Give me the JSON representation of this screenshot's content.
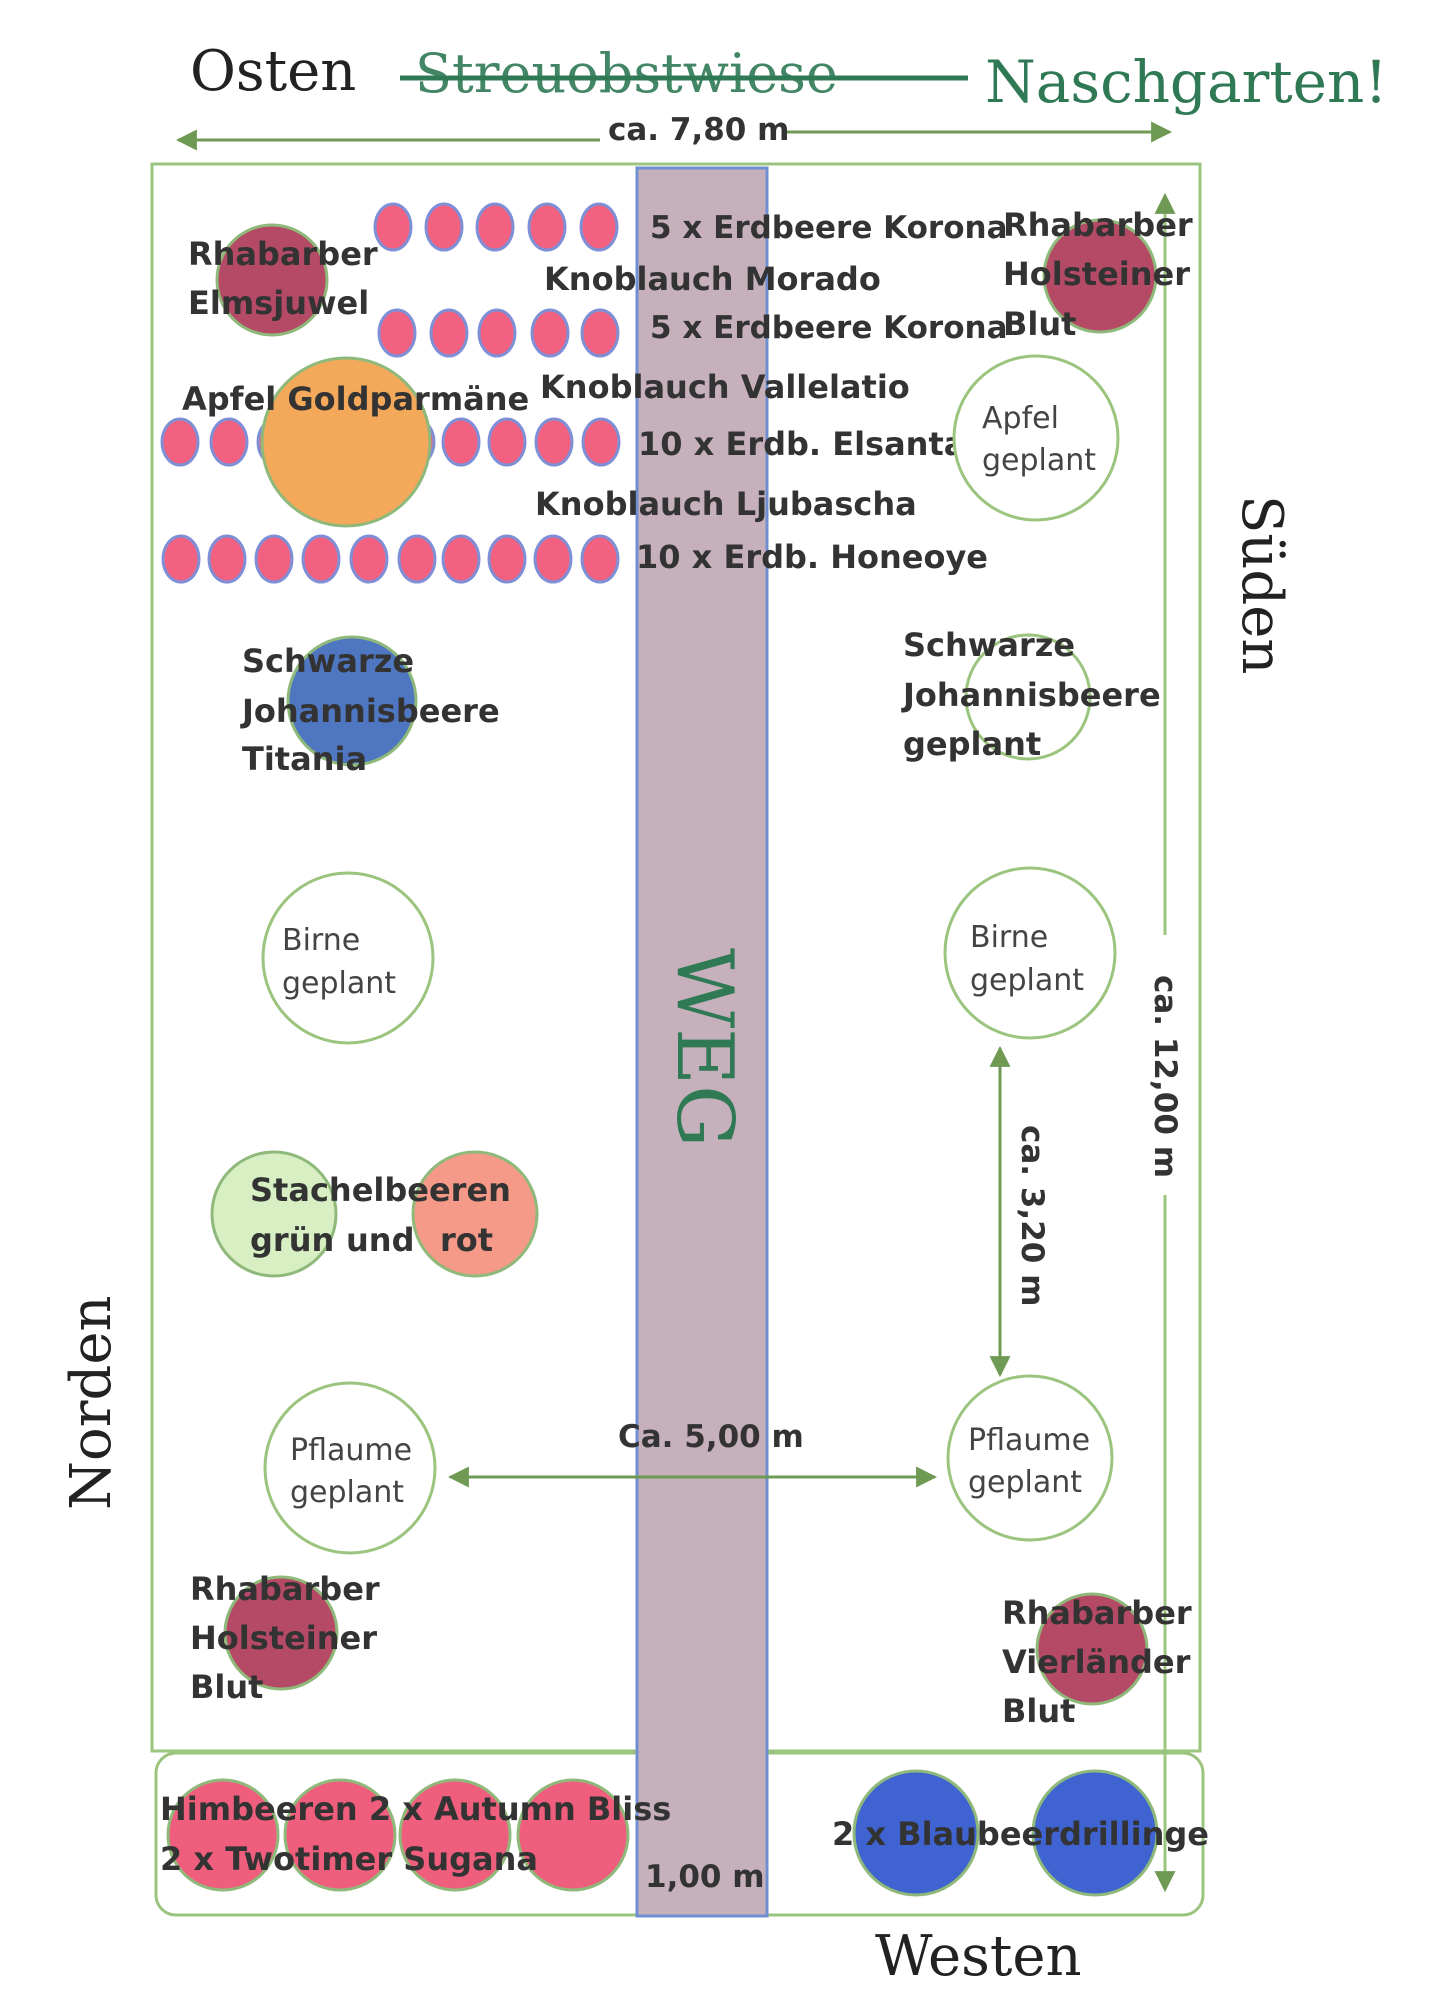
{
  "title": {
    "osten": "Osten",
    "struck": "Streuobstwiese",
    "naschgarten": "Naschgarten!"
  },
  "compass": {
    "sueden": "Süden",
    "norden": "Norden",
    "westen": "Westen"
  },
  "dimensions": {
    "width": "ca. 7,80 m",
    "length": "ca. 12,00 m",
    "tree_spacing": "ca. 3,20 m",
    "row_spacing": "Ca. 5,00 m",
    "path_width": "1,00 m"
  },
  "path_label": "WEG",
  "plants": {
    "rhabarber_elmsjuwel": [
      "Rhabarber",
      "Elmsjuwel"
    ],
    "rhabarber_holsteiner_top": [
      "Rhabarber",
      "Holsteiner",
      "Blut"
    ],
    "strawberry_row1": "5 x Erdbeere Korona",
    "garlic_morado": "Knoblauch Morado",
    "strawberry_row2": "5 x Erdbeere Korona",
    "apfel_goldparmaene": "Apfel Goldparmäne",
    "garlic_vallelatio": "Knoblauch Vallelatio",
    "strawberry_row3": "10 x Erdb. Elsanta",
    "garlic_ljubascha": "Knoblauch Ljubascha",
    "strawberry_row4": "10 x Erdb. Honeoye",
    "apfel_geplant": [
      "Apfel",
      "geplant"
    ],
    "johannisbeere_titania": [
      "Schwarze",
      "Johannisbeere",
      "Titania"
    ],
    "johannisbeere_geplant": [
      "Schwarze",
      "Johannisbeere",
      "geplant"
    ],
    "birne_left": [
      "Birne",
      "geplant"
    ],
    "birne_right": [
      "Birne",
      "geplant"
    ],
    "stachelbeeren": [
      "Stachelbeeren",
      "grün",
      "und",
      "rot"
    ],
    "pflaume_left": [
      "Pflaume",
      "geplant"
    ],
    "pflaume_right": [
      "Pflaume",
      "geplant"
    ],
    "rhabarber_holsteiner_bottom": [
      "Rhabarber",
      "Holsteiner",
      "Blut"
    ],
    "rhabarber_vierlaender": [
      "Rhabarber",
      "Vierländer",
      "Blut"
    ],
    "himbeeren": [
      "Himbeeren 2 x Autumn Bliss",
      "2 x Twotimer Sugana"
    ],
    "blaubeeren": "2 x Blaubeerdrillinge"
  },
  "colors": {
    "frame_green": "#9bc47e",
    "arrow_green": "#6f9a54",
    "path_fill": "#c6b0bc",
    "path_edge": "#6f8fd0",
    "strawberry": "#f2617f",
    "strawberry_edge": "#7f8fd6",
    "rhubarb": "#b54a67",
    "apple": "#f4a85a",
    "blackcurrant": "#4f76c0",
    "gooseberry_green": "#d7efc2",
    "gooseberry_red": "#f59a88",
    "raspberry": "#ef5f7d",
    "blueberry": "#3f63d0",
    "planned_edge": "#9bc47e",
    "title_green": "#2f7a55"
  }
}
